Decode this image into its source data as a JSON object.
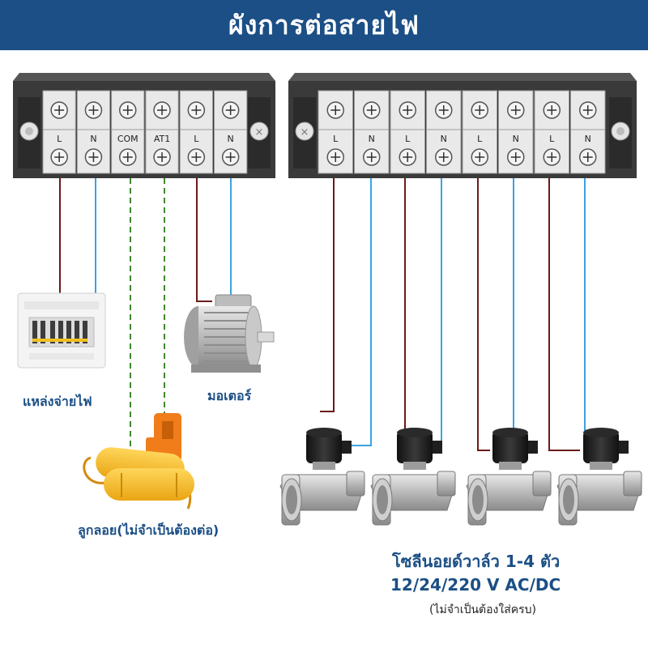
{
  "header": {
    "title": "ผังการต่อสายไฟ"
  },
  "left_terminal": {
    "labels": [
      "L",
      "N",
      "COM",
      "AT1",
      "L",
      "N"
    ]
  },
  "right_terminal": {
    "labels": [
      "L",
      "N",
      "L",
      "N",
      "L",
      "N",
      "L",
      "N"
    ]
  },
  "labels": {
    "power_source": "แหล่งจ่ายไฟ",
    "motor": "มอเตอร์",
    "float_switch": "ลูกลอย(ไม่จำเป็นต้องต่อ)",
    "solenoid_valves": "โซลีนอยด์วาล์ว 1-4 ตัว",
    "voltage": "12/24/220 V AC/DC",
    "optional_note": "(ไม่จำเป็นต้องใส่ครบ)"
  },
  "colors": {
    "header": "#1b4f86",
    "live_wire": "#6b1a1a",
    "neutral_wire": "#3aa3e3",
    "float_wire": "#3f8a2e",
    "terminal_body": "#3a3a3a"
  }
}
